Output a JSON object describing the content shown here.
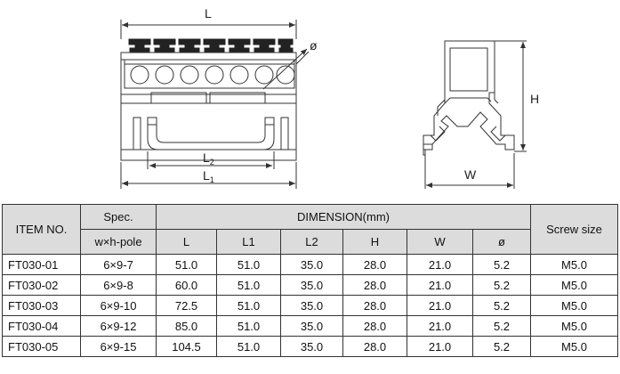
{
  "drawings": {
    "front": {
      "dim_L": "L",
      "dim_L1": "L",
      "dim_L1_sub": "1",
      "dim_L2": "L",
      "dim_L2_sub": "2",
      "dim_phi": "ø"
    },
    "side": {
      "dim_H": "H",
      "dim_W": "W"
    }
  },
  "table": {
    "headers": {
      "item": "ITEM NO.",
      "spec_line1": "Spec.",
      "spec_line2": "w×h-pole",
      "dimension": "DIMENSION(mm)",
      "screw": "Screw size",
      "sub": [
        "L",
        "L1",
        "L2",
        "H",
        "W",
        "ø"
      ]
    },
    "rows": [
      {
        "item": "FT030-01",
        "spec": "6×9-7",
        "L": "51.0",
        "L1": "51.0",
        "L2": "35.0",
        "H": "28.0",
        "W": "21.0",
        "phi": "5.2",
        "screw": "M5.0"
      },
      {
        "item": "FT030-02",
        "spec": "6×9-8",
        "L": "60.0",
        "L1": "51.0",
        "L2": "35.0",
        "H": "28.0",
        "W": "21.0",
        "phi": "5.2",
        "screw": "M5.0"
      },
      {
        "item": "FT030-03",
        "spec": "6×9-10",
        "L": "72.5",
        "L1": "51.0",
        "L2": "35.0",
        "H": "28.0",
        "W": "21.0",
        "phi": "5.2",
        "screw": "M5.0"
      },
      {
        "item": "FT030-04",
        "spec": "6×9-12",
        "L": "85.0",
        "L1": "51.0",
        "L2": "35.0",
        "H": "28.0",
        "W": "21.0",
        "phi": "5.2",
        "screw": "M5.0"
      },
      {
        "item": "FT030-05",
        "spec": "6×9-15",
        "L": "104.5",
        "L1": "51.0",
        "L2": "35.0",
        "H": "28.0",
        "W": "21.0",
        "phi": "5.2",
        "screw": "M5.0"
      }
    ]
  }
}
